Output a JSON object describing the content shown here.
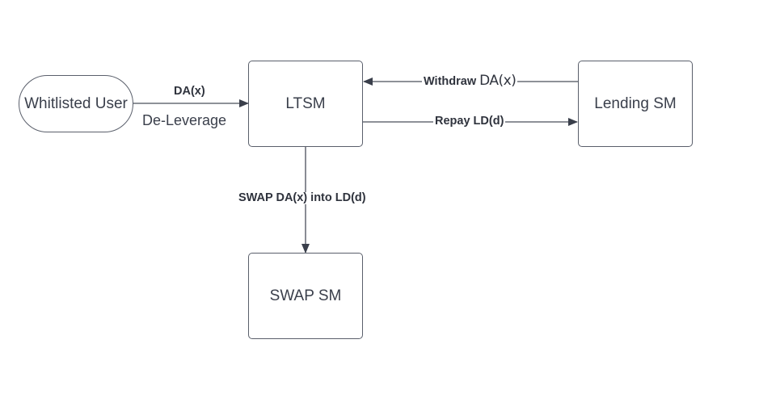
{
  "nodes": {
    "whitelisted_user": "Whitlisted User",
    "ltsm": "LTSM",
    "lending_sm": "Lending SM",
    "swap_sm": "SWAP SM"
  },
  "edges": {
    "user_to_ltsm": {
      "label_top": "DA(x)",
      "label_bottom": "De-Leverage"
    },
    "lending_to_ltsm": {
      "label_prefix": "Withdraw",
      "label_suffix": "DA(x)"
    },
    "ltsm_to_lending": {
      "label": "Repay LD(d)"
    },
    "ltsm_to_swap": {
      "label": "SWAP DA(x) into LD(d)"
    }
  },
  "colors": {
    "stroke": "#4a4f5a",
    "text": "#3a3f4b"
  }
}
